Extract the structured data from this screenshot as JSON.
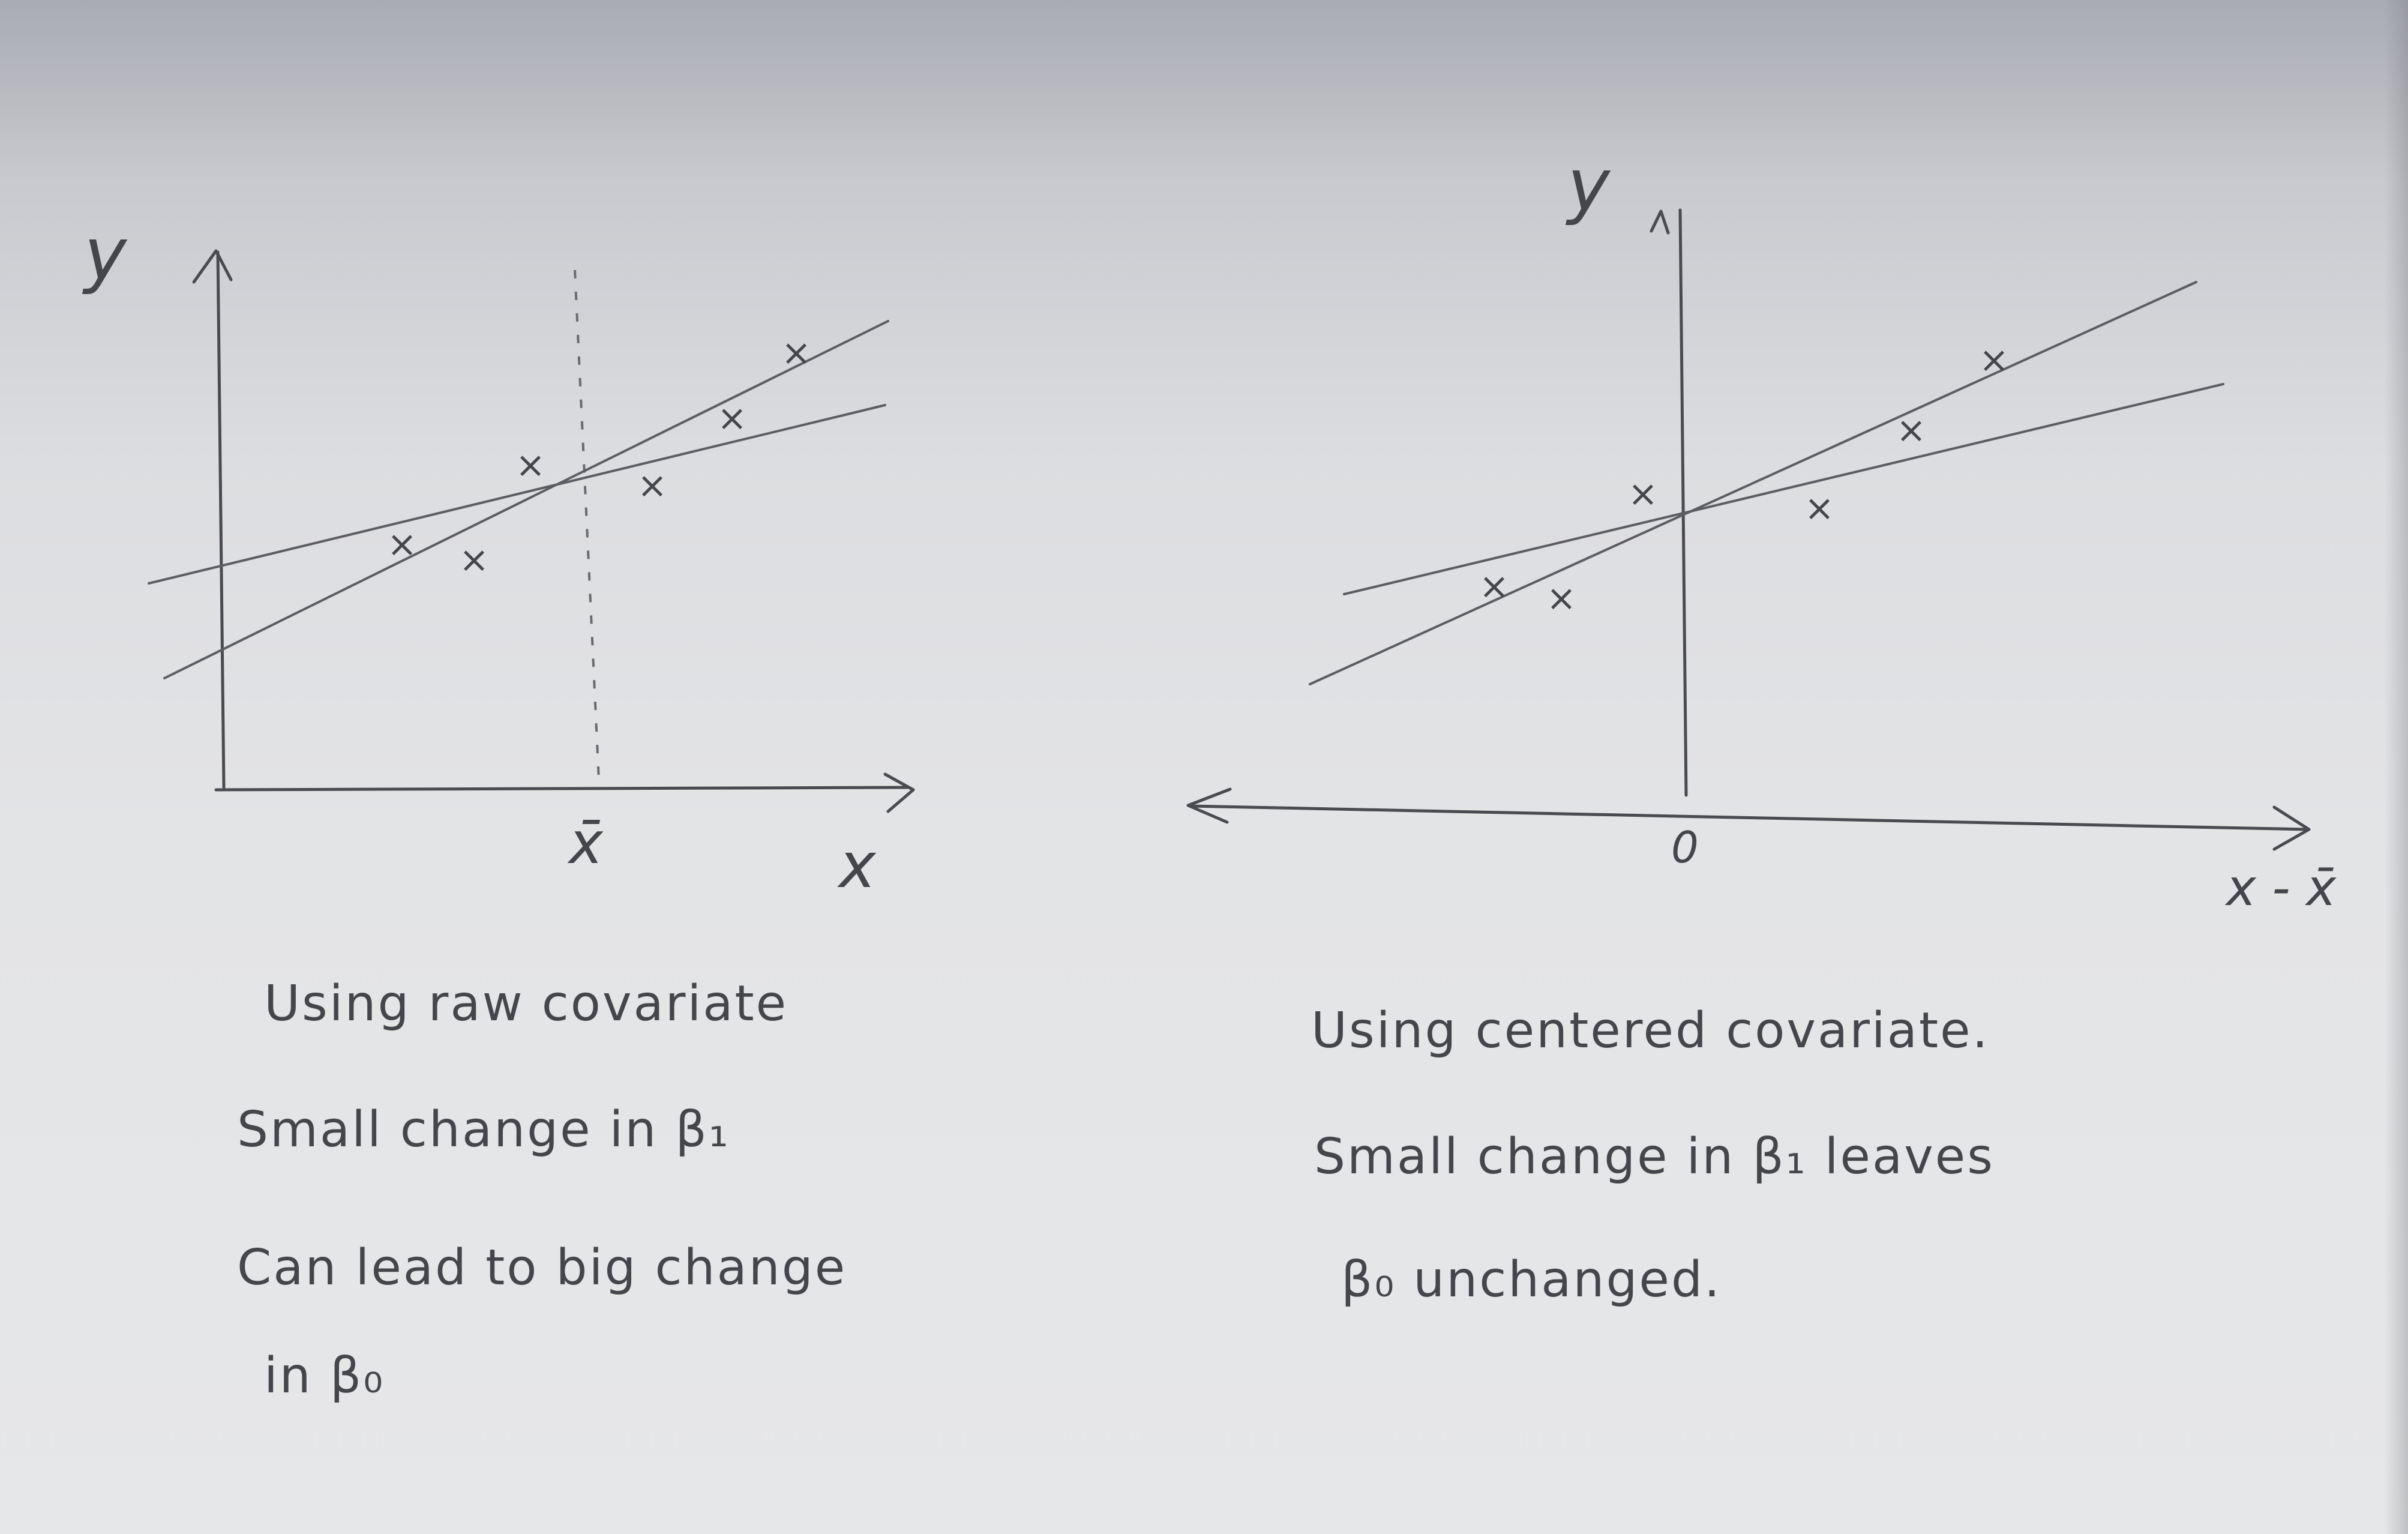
{
  "left_panel": {
    "y_axis_label": "y",
    "x_axis_label": "x",
    "mean_label": "x̄",
    "caption_lines": [
      "Using raw covariate",
      "Small change in β₁",
      "Can lead to big change",
      "in β₀"
    ]
  },
  "right_panel": {
    "y_axis_label": "y",
    "x_axis_label": "x - x̄",
    "origin_label": "0",
    "caption_lines": [
      "Using centered covariate.",
      "Small change in β₁ leaves",
      "β₀ unchanged."
    ]
  },
  "marker_glyph": "×",
  "colors": {
    "pencil": "#4a4b50",
    "paper": "#e3e4e6"
  }
}
